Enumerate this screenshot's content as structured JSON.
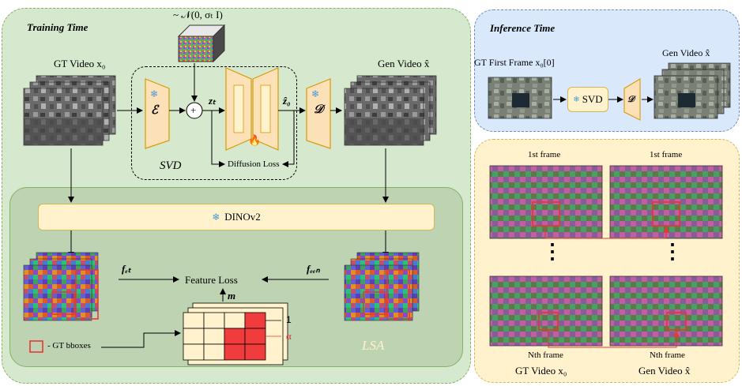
{
  "training": {
    "title": "Training Time",
    "noise_label": "~ 𝒩(0, σₜ I)",
    "gt_video_label": "GT Video x₀",
    "gen_video_label": "Gen Video x̂",
    "encoder_label": "ℰ",
    "decoder_label": "𝒟",
    "plus_label": "+",
    "z_t_label": "zₜ",
    "z0_hat_label": "ẑ₀",
    "svd_label": "SVD",
    "diffusion_loss_label": "Diffusion Loss",
    "fire_icon": "fire-icon",
    "frozen_icon": "snowflake-icon"
  },
  "lsa": {
    "dino_label": "DINOv2",
    "f_gt_label": "fₑₜ",
    "f_gen_label": "fₑₑₙ",
    "feature_loss_label": "Feature Loss",
    "m_label": "m",
    "one_label": "1",
    "alpha_label": "α",
    "bbox_legend": "- GT bboxes",
    "lsa_label": "LSA"
  },
  "inference": {
    "title": "Inference Time",
    "first_frame_label": "GT First Frame x₀[0]",
    "gen_video_label": "Gen Video x̂",
    "svd_label": "SVD",
    "decoder_label": "𝒟"
  },
  "vis": {
    "first_frame_left": "1st frame",
    "first_frame_right": "1st frame",
    "nth_frame_left": "Nth frame",
    "nth_frame_right": "Nth frame",
    "gt_video_label": "GT Video x₀",
    "gen_video_label": "Gen Video x̂",
    "dots": "⋮"
  },
  "colors": {
    "training_bg": "#d6e8cd",
    "inference_bg": "#dae8fc",
    "vis_bg": "#fff2cc",
    "lsa_bg": "#bdd3b2",
    "module_fill": "#fff2cc",
    "module_stroke": "#d6b656",
    "bbox_red": "#e53935"
  }
}
